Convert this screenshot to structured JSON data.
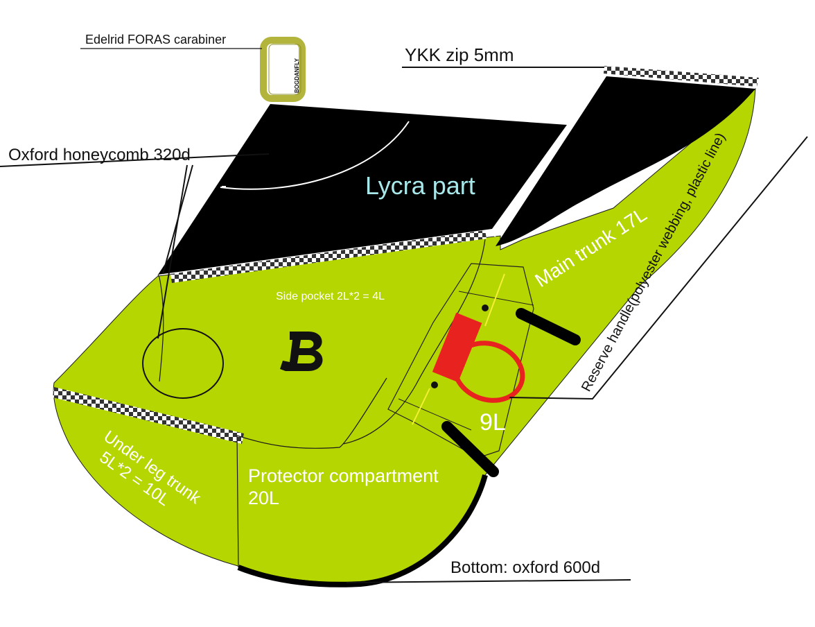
{
  "labels": {
    "carabiner": "Edelrid FORAS carabiner",
    "carabiner_brand": "BOGDANFLY",
    "zip": "YKK zip 5mm",
    "honeycomb": "Oxford honeycomb 320d",
    "lycra": "Lycra part",
    "side_pocket": "Side pocket 2L*2 = 4L",
    "main_trunk": "Main trunk 17L",
    "reserve_handle": "Reserve handle(polyester webbing, plastic line)",
    "reserve_volume": "9L",
    "under_leg_line1": "Under leg trunk",
    "under_leg_line2": "5L*2 = 10L",
    "protector_line1": "Protector compartment",
    "protector_line2": "20L",
    "bottom": "Bottom: oxford 600d"
  },
  "colors": {
    "lime": "#b5d600",
    "black": "#000000",
    "lycra_text": "#a9e8ea",
    "reserve_red": "#e8231f",
    "carabiner_olive": "#b3b43c",
    "pin_yellow": "#f3ef3b"
  },
  "icons": {
    "logo": "bogdanfly-beta-logo-icon",
    "carabiner": "carabiner-icon"
  }
}
